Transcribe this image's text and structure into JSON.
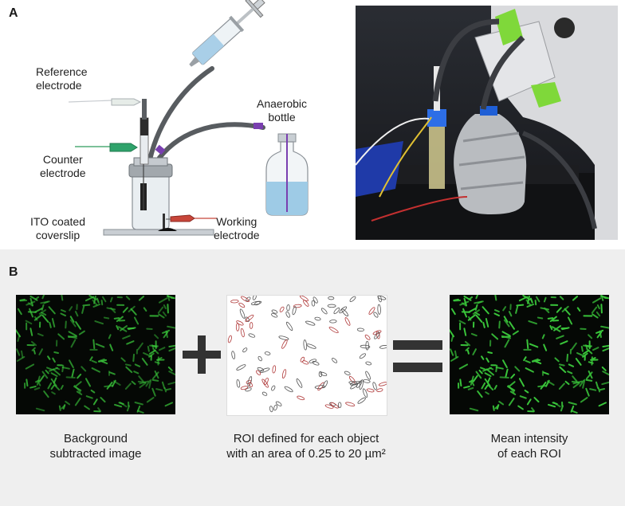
{
  "panel_a": {
    "letter": "A",
    "labels": {
      "reference_electrode": [
        "Reference",
        "electrode"
      ],
      "counter_electrode": [
        "Counter",
        "electrode"
      ],
      "anaerobic_bottle": [
        "Anaerobic",
        "bottle"
      ],
      "ito_coverslip": [
        "ITO coated",
        "coverslip"
      ],
      "working_electrode": [
        "Working",
        "electrode"
      ]
    }
  },
  "panel_b": {
    "letter": "B",
    "captions": {
      "background_subtracted": [
        "Background",
        "subtracted image"
      ],
      "roi_defined": [
        "ROI defined for each object",
        "with an area of 0.25 to 20 µm²"
      ],
      "mean_intensity": [
        "Mean intensity",
        "of each ROI"
      ]
    }
  },
  "colors": {
    "cell_green": "#39c43a",
    "micro_bg": "#050805",
    "panel_b_bg": "#efefef",
    "operator": "#333333"
  }
}
